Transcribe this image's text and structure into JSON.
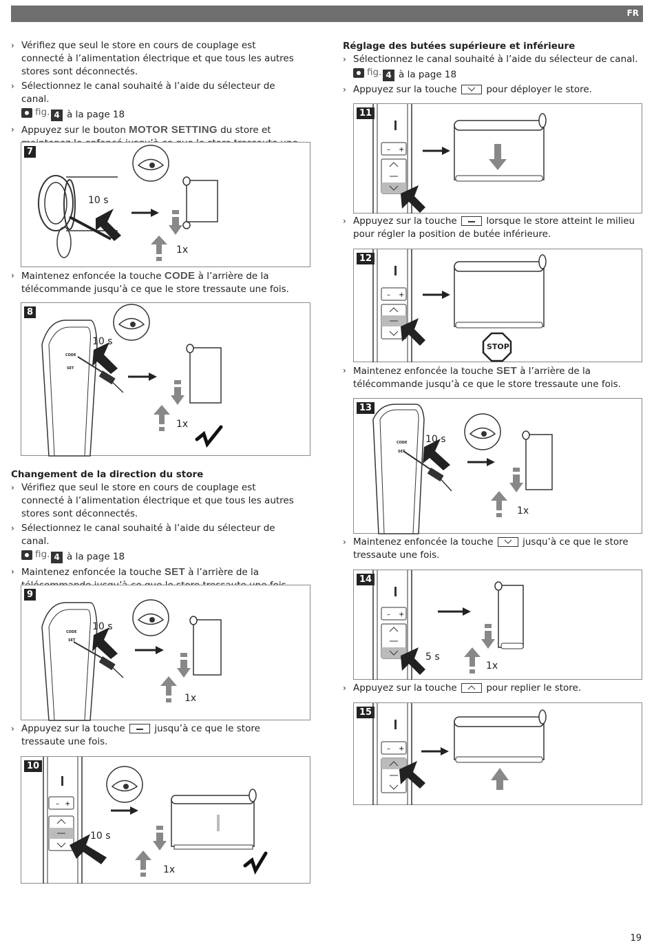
{
  "header": {
    "lang": "FR"
  },
  "left": {
    "intro": [
      "Vérifiez que seul le store en cours de couplage est connecté à l’alimentation électrique et que tous les autres stores sont déconnectés.",
      "Sélectionnez le canal souhaité à l’aide du sélecteur de canal.",
      "Appuyez sur le bouton",
      "du store et maintenez-le enfoncé jusqu’à ce que le store tressaute une fois."
    ],
    "motor_setting": "MOTOR SETTING",
    "fig_ref": "fig.",
    "fig_ref_num": "4",
    "fig_ref_page": "à la page 18",
    "fig7": "7",
    "fig7_time": "10 s",
    "fig7_count": "1x",
    "code_text_a": "Maintenez enfoncée la touche",
    "code_key": "CODE",
    "code_text_b": "à l’arrière de la télécommande jusqu’à ce que le store tressaute une fois.",
    "fig8": "8",
    "fig8_time": "10 s",
    "fig8_count": "1x",
    "remote_code": "CODE",
    "remote_set": "SET",
    "heading_direction": "Changement de la direction du store",
    "dir_1": "Vérifiez que seul le store en cours de couplage est connecté à l’alimentation électrique et que tous les autres stores sont déconnectés.",
    "dir_2": "Sélectionnez le canal souhaité à l’aide du sélecteur de canal.",
    "dir_3a": "Maintenez enfoncée la touche",
    "set_key": "SET",
    "dir_3b": "à l’arrière de la télécommande jusqu’à ce que le store tressaute une fois.",
    "fig9": "9",
    "fig9_time": "10 s",
    "fig9_count": "1x",
    "minus_text_a": "Appuyez sur la touche",
    "minus_text_b": "jusqu’à ce que le store tressaute une fois.",
    "fig10": "10",
    "fig10_time": "10 s",
    "fig10_count": "1x"
  },
  "right": {
    "heading_stops": "Réglage des butées supérieure et inférieure",
    "s1": "Sélectionnez le canal souhaité à l’aide du sélecteur de canal.",
    "s2a": "Appuyez sur la touche",
    "s2b": "pour déployer le store.",
    "fig11": "11",
    "s3a": "Appuyez sur la touche",
    "s3b": "lorsque le store atteint le milieu pour régler la position de butée inférieure.",
    "fig12": "12",
    "stop": "STOP",
    "s4a": "Maintenez enfoncée la touche",
    "s4b": "à l’arrière de la télécommande jusqu’à ce que le store tressaute une fois.",
    "fig13": "13",
    "fig13_time": "10 s",
    "fig13_count": "1x",
    "s5a": "Maintenez enfoncée la touche",
    "s5b": "jusqu’à ce que le store tressaute une fois.",
    "fig14": "14",
    "fig14_time": "5 s",
    "fig14_count": "1x",
    "s6a": "Appuyez sur la touche",
    "s6b": "pour replier le store.",
    "fig15": "15"
  },
  "page_number": "19"
}
